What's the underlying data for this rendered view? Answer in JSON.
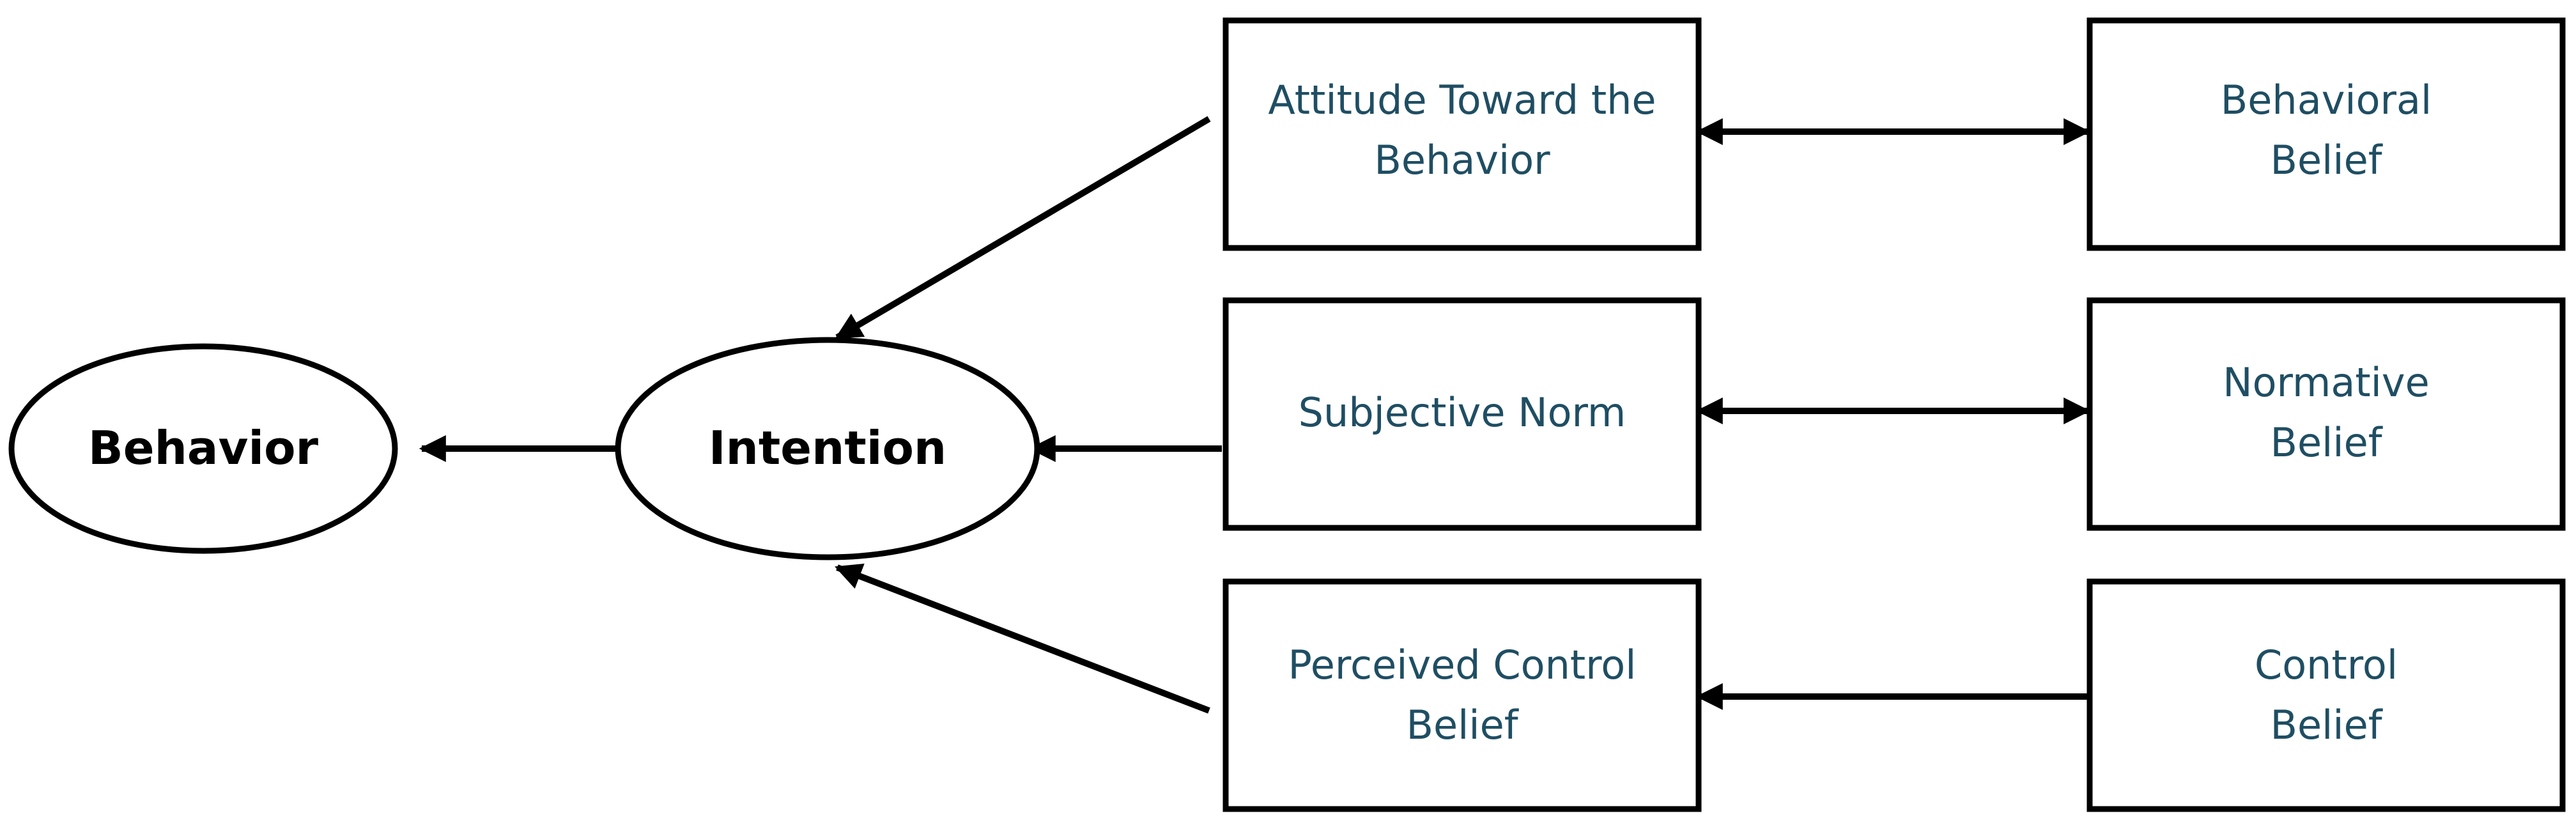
{
  "colors": {
    "box_text": "#1f4e63",
    "stroke": "#000000",
    "background": "#ffffff"
  },
  "nodes": {
    "behavior": {
      "label": "Behavior"
    },
    "intention": {
      "label": "Intention"
    },
    "attitude": {
      "line1": "Attitude Toward the",
      "line2": "Behavior"
    },
    "subjective_norm": {
      "line1": "Subjective Norm"
    },
    "perceived_control": {
      "line1": "Perceived Control",
      "line2": "Belief"
    },
    "behavioral_belief": {
      "line1": "Behavioral",
      "line2": "Belief"
    },
    "normative_belief": {
      "line1": "Normative",
      "line2": "Belief"
    },
    "control_belief": {
      "line1": "Control",
      "line2": "Belief"
    }
  },
  "edges": [
    {
      "from": "intention",
      "to": "behavior",
      "direction": "single"
    },
    {
      "from": "attitude",
      "to": "intention",
      "direction": "single"
    },
    {
      "from": "subjective_norm",
      "to": "intention",
      "direction": "single"
    },
    {
      "from": "perceived_control",
      "to": "intention",
      "direction": "single"
    },
    {
      "from": "attitude",
      "to": "behavioral_belief",
      "direction": "double"
    },
    {
      "from": "subjective_norm",
      "to": "normative_belief",
      "direction": "double"
    },
    {
      "from": "control_belief",
      "to": "perceived_control",
      "direction": "single"
    }
  ]
}
